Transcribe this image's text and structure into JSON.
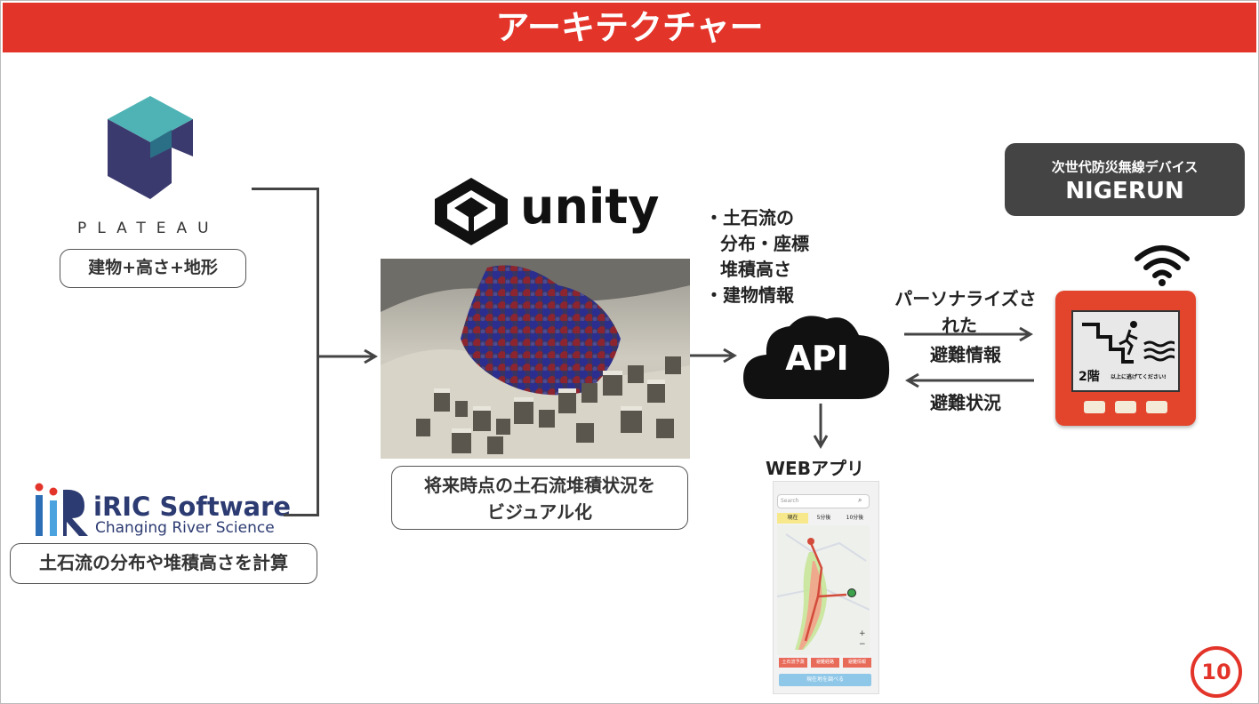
{
  "title": "アーキテクチャー",
  "plateau": {
    "logo_text": "PLATEAU",
    "caption": "建物+高さ+地形"
  },
  "iric": {
    "logo_text": "iRIC Software",
    "logo_sub": "Changing River Science",
    "caption": "土石流の分布や堆積高さを計算"
  },
  "unity": {
    "logo_text": "unity",
    "caption_line1": "将来時点の土石流堆積状況を",
    "caption_line2": "ビジュアル化"
  },
  "data_list": {
    "item1_line1": "・土石流の",
    "item1_line2": "分布・座標",
    "item1_line3": "堆積高さ",
    "item2": "・建物情報"
  },
  "api": {
    "label": "API"
  },
  "webapp": {
    "label": "WEBアプリ",
    "search_placeholder": "Search",
    "tabs": [
      "現在",
      "5分後",
      "10分後"
    ],
    "buttons": [
      "土石流予測",
      "避難経路",
      "避難情報"
    ],
    "bottom_button": "現在地を調べる"
  },
  "arrows": {
    "to_device_line1": "パーソナライズさ",
    "to_device_line2": "れた",
    "to_device_line3": "避難情報",
    "from_device": "避難状況"
  },
  "device": {
    "name_line1": "次世代防災無線デバイス",
    "name_line2": "NIGERUN",
    "screen_floor": "2階",
    "screen_msg": "以上に逃げてください!"
  },
  "page_number": "10",
  "colors": {
    "accent_red": "#e3342a",
    "plateau_teal": "#4fb3b5",
    "plateau_navy": "#3b3a6e",
    "iric_navy": "#2c3b72",
    "device_bg": "#444444"
  }
}
